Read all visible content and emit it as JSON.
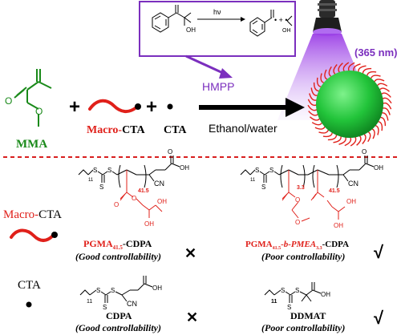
{
  "reaction": {
    "photo_label": "hν",
    "oh_label": "OH",
    "radical_products": "•  +  •",
    "oh_product": "OH",
    "initiator": "HMPP",
    "wavelength": "(365 nm)",
    "monomer": "MMA",
    "plus1": "+",
    "plus2": "+",
    "macro_cta_prefix": "Macro-",
    "macro_cta_suffix": "CTA",
    "cta": "CTA",
    "solvent": "Ethanol/water"
  },
  "legend": {
    "macro_cta_prefix": "Macro-",
    "macro_cta_suffix": "CTA",
    "cta": "CTA"
  },
  "structures": {
    "pgma_cdpa": {
      "name_main": "PGMA",
      "name_sub": "41.5",
      "name_tail": "-CDPA",
      "note": "(Good controllability)",
      "result": "✕",
      "repeat": "41.5",
      "chain_sub": "11",
      "cn": "CN",
      "oh1": "OH",
      "oh2": "OH",
      "acid_oh": "OH",
      "o": "O"
    },
    "pgma_pmea_cdpa": {
      "name_a": "PGMA",
      "name_a_sub": "41.5",
      "name_b": "-b-PMEA",
      "name_b_sub": "3.3",
      "name_tail": "-CDPA",
      "note": "(Poor controllability)",
      "result": "√",
      "repeat_a": "3.3",
      "repeat_b": "41.5",
      "chain_sub": "11",
      "cn": "CN",
      "oh1": "OH",
      "oh2": "OH",
      "acid_oh": "OH",
      "o": "O"
    },
    "cdpa": {
      "name": "CDPA",
      "note": "(Good controllability)",
      "result": "✕",
      "chain_sub": "11",
      "cn": "CN",
      "acid_oh": "OH"
    },
    "ddmat": {
      "name": "DDMAT",
      "note": "(Poor controllability)",
      "result": "√",
      "chain_sub": "11",
      "acid_oh": "OH"
    }
  },
  "colors": {
    "green": "#1a8a1a",
    "purple": "#7b2fbe",
    "red": "#e0201a",
    "black": "#000000",
    "sphere": "#22c43a",
    "divider": "#d81f1f"
  }
}
